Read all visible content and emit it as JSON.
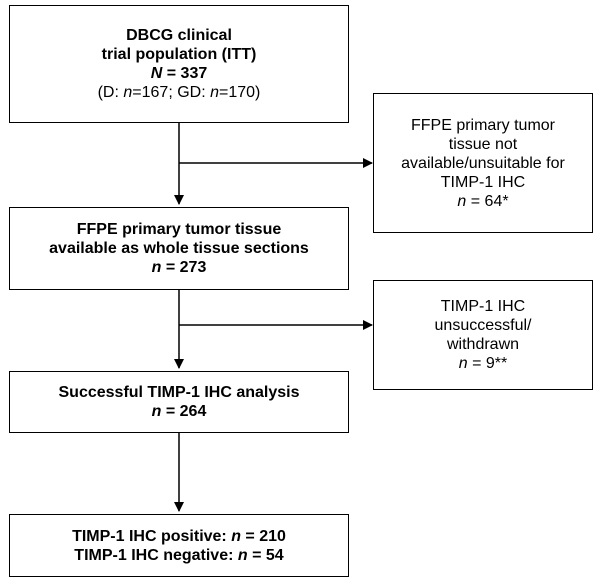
{
  "boxes": {
    "population": {
      "line1": "DBCG clinical",
      "line2": "trial population (ITT)",
      "n_symbol": "N",
      "n_value": " = 337",
      "groups": {
        "open": "(D: ",
        "d_n": "n",
        "d_value": "=167; GD: ",
        "gd_n": "n",
        "gd_value": "=170)"
      }
    },
    "excluded_1": {
      "line1": "FFPE primary tumor",
      "line2": "tissue not",
      "line3": "available/unsuitable for",
      "line4": "TIMP-1 IHC",
      "n_symbol": "n",
      "n_value": " = 64*"
    },
    "available": {
      "line1": "FFPE primary tumor tissue",
      "line2": "available as whole tissue sections",
      "n_symbol": "n",
      "n_value": " = 273"
    },
    "excluded_2": {
      "line1": "TIMP-1 IHC",
      "line2": "unsuccessful/",
      "line3": "withdrawn",
      "n_symbol": "n",
      "n_value": " = 9**"
    },
    "successful": {
      "line1": "Successful TIMP-1 IHC analysis",
      "n_symbol": "n",
      "n_value": " = 264"
    },
    "result": {
      "pos_label": "TIMP-1 IHC positive: ",
      "pos_n": "n",
      "pos_value": " = 210",
      "neg_label": "TIMP-1 IHC negative: ",
      "neg_n": "n",
      "neg_value": " = 54"
    }
  }
}
